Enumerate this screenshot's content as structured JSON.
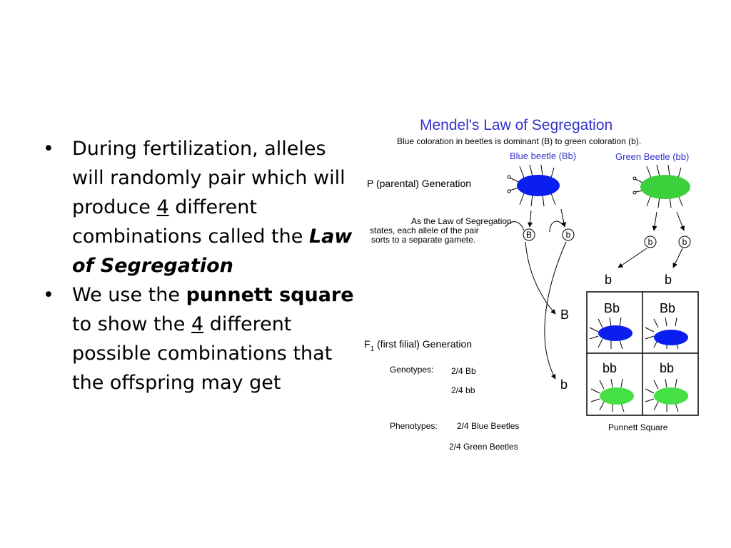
{
  "bullets": {
    "b1": {
      "part1": "During fertilization, alleles will randomly pair which will produce ",
      "num": "4",
      "part2": " different combinations called the ",
      "law": "Law of Segregation"
    },
    "b2": {
      "part1": "We use the ",
      "term": "punnett square",
      "part2": " to show the ",
      "num": "4",
      "part3": " different possible combinations that the offspring may get"
    }
  },
  "diagram": {
    "title": "Mendel's Law of Segregation",
    "subtitle": "Blue coloration in beetles is dominant (B) to green coloration (b).",
    "parent1_label": "Blue beetle (Bb)",
    "parent2_label": "Green Beetle (bb)",
    "p_generation": "P (parental) Generation",
    "law_note_1": "As the Law of Segregation",
    "law_note_2": "states, each allele of the pair",
    "law_note_3": "sorts to a separate gamete.",
    "allele_B": "B",
    "allele_b": "b",
    "f1_prefix": "F",
    "f1_sub": "1",
    "f1_rest": " (first filial) Generation",
    "genotypes_label": "Genotypes:",
    "genotype_1": "2/4 Bb",
    "genotype_2": "2/4 bb",
    "phenotypes_label": "Phenotypes:",
    "phenotype_1": "2/4 Blue Beetles",
    "phenotype_2": "2/4 Green Beetles",
    "grid_top_left": "Bb",
    "grid_top_right": "Bb",
    "grid_bottom_left": "bb",
    "grid_bottom_right": "bb",
    "punnett_label": "Punnett Square",
    "colors": {
      "title": "#3333cc",
      "blue_beetle": "#0a1ef0",
      "green_beetle": "#3cd03c",
      "green_offspring": "#44e044"
    }
  }
}
